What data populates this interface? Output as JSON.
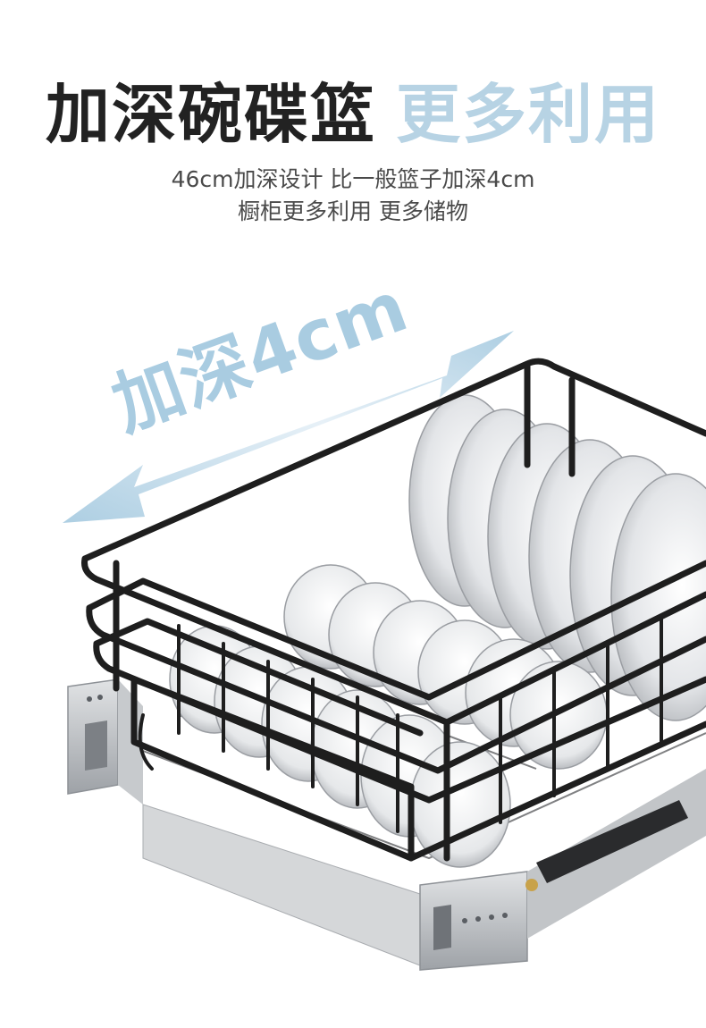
{
  "headline": {
    "part1": "加深碗碟篮",
    "part2": "更多利用"
  },
  "subtitle": {
    "line1": "46cm加深设计 比一般篮子加深4cm",
    "line2": "橱柜更多利用 更多储物"
  },
  "callout": {
    "label": "加深4cm",
    "icon": "double-arrow-icon"
  },
  "colors": {
    "accent_light_blue": "#b7d3e4",
    "headline_dark": "#222222",
    "basket_wire": "#1e1e1e",
    "rail_metal": "#b9bcc0"
  }
}
